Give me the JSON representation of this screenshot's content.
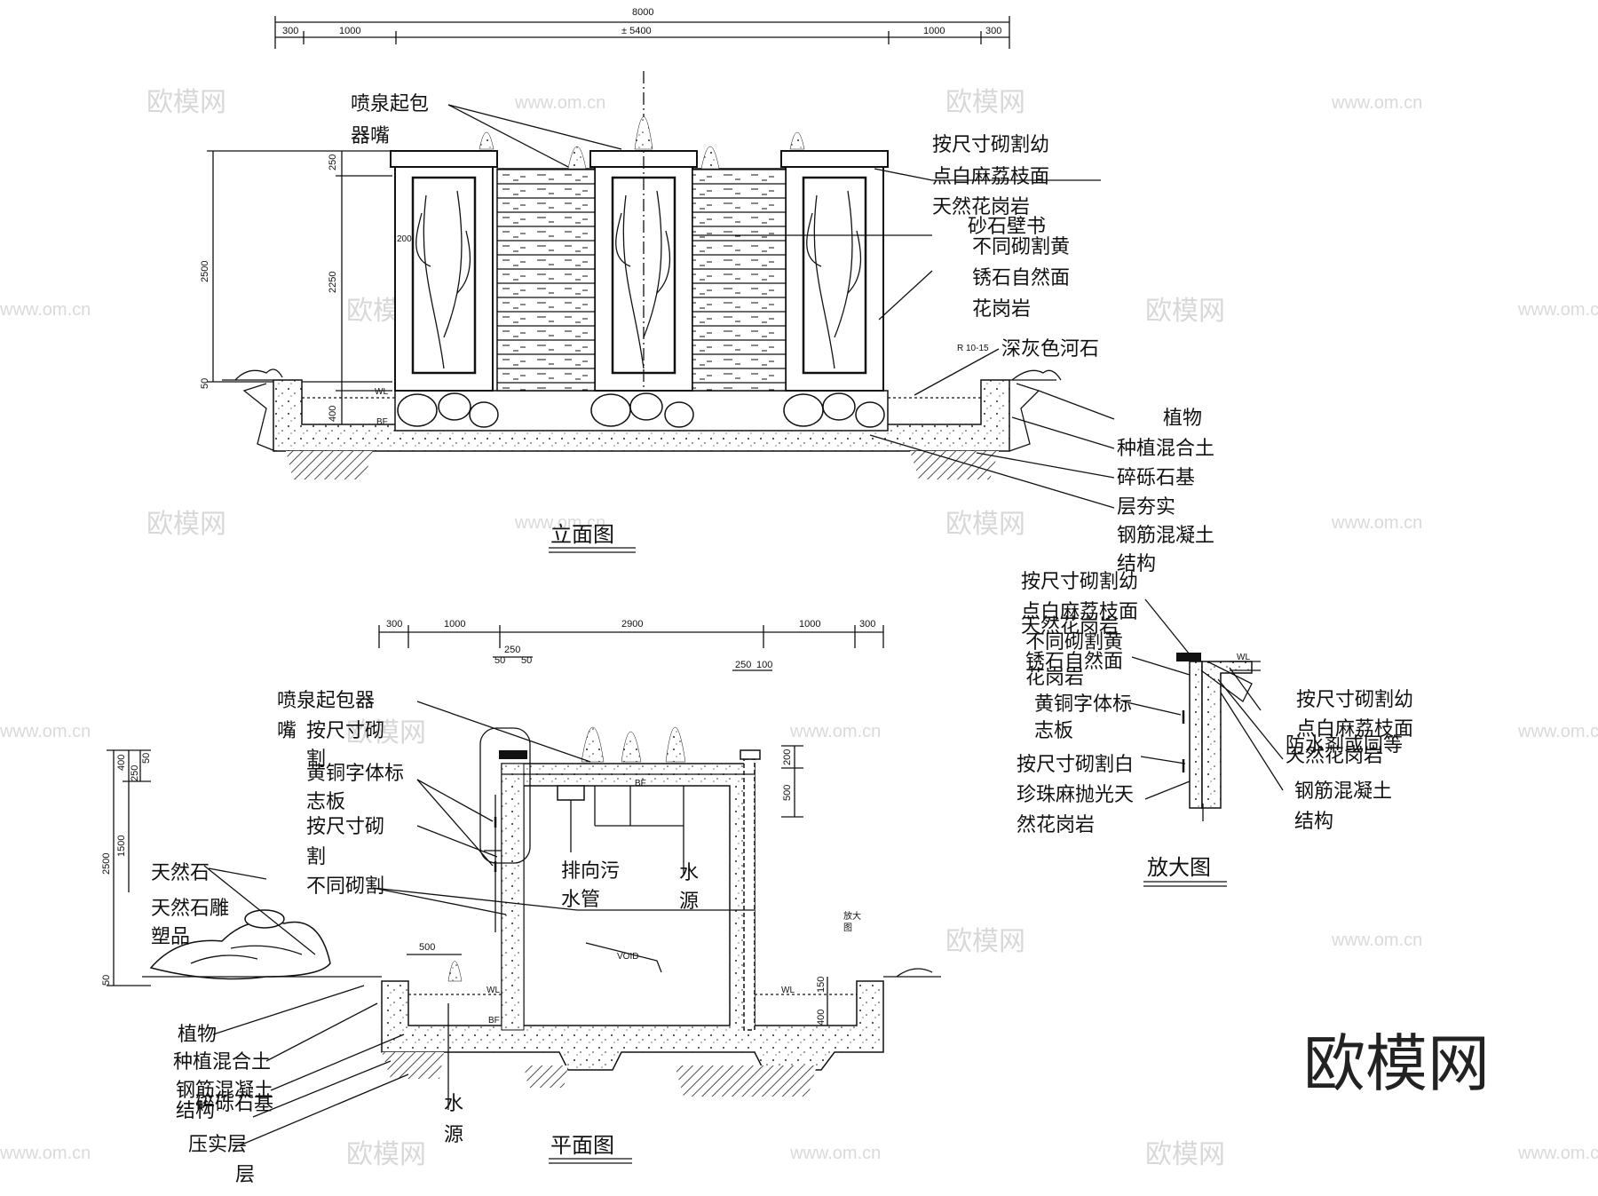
{
  "elevation": {
    "title": "立面图",
    "dims_top": [
      "8000",
      "300",
      "1000",
      "± 5400",
      "1000",
      "300"
    ],
    "dims_left": [
      "250",
      "2250",
      "2500",
      "50",
      "400"
    ],
    "labels_left": [
      "喷泉起包",
      "器嘴"
    ],
    "labels_right": [
      "按尺寸砌割幼",
      "点白麻荔枝面",
      "天然花岗岩",
      "砂石壁书",
      "不同砌割黄",
      "锈石自然面",
      "花岗岩",
      "深灰色河石",
      "植物",
      "种植混合土",
      "碎砾石基",
      "层夯实",
      "钢筋混凝土",
      "结构"
    ],
    "small_notes": [
      "R 10-15",
      "WL",
      "BF",
      "200"
    ]
  },
  "plan": {
    "title": "平面图",
    "dims_top": [
      "300",
      "1000",
      "2900",
      "1000",
      "300",
      "250",
      "50",
      "50",
      "250",
      "100"
    ],
    "dims_left": [
      "400",
      "250",
      "50",
      "1500",
      "2500",
      "50"
    ],
    "dims_right": [
      "200",
      "500",
      "150",
      "400"
    ],
    "dims_misc": [
      "500"
    ],
    "labels_left": [
      "喷泉起包器",
      "嘴",
      "按尺寸砌",
      "割",
      "黄铜字体标",
      "志板",
      "按尺寸砌",
      "割",
      "不同砌割",
      "天然石",
      "天然石雕",
      "塑品",
      "植物",
      "种植混合土",
      "钢筋混凝土",
      "结构",
      "碎砾石基",
      "压实层",
      "层"
    ],
    "labels_inner": [
      "排向污",
      "水管",
      "水",
      "源",
      "水",
      "源"
    ],
    "small_notes": [
      "VOID",
      "放大",
      "图",
      "WL",
      "BF"
    ]
  },
  "detail": {
    "title": "放大图",
    "labels_left": [
      "按尺寸砌割幼",
      "点白麻荔枝面",
      "天然花岗岩",
      "不同砌割黄",
      "锈石自然面",
      "花岗岩",
      "黄铜字体标",
      "志板",
      "按尺寸砌割白",
      "珍珠麻抛光天",
      "然花岗岩"
    ],
    "labels_right": [
      "按尺寸砌割幼",
      "点白麻荔枝面",
      "天然花岗岩",
      "防水剂或同等",
      "钢筋混凝土",
      "结构"
    ]
  },
  "watermarks": {
    "brand": "欧模网",
    "url": "www.om.cn"
  }
}
